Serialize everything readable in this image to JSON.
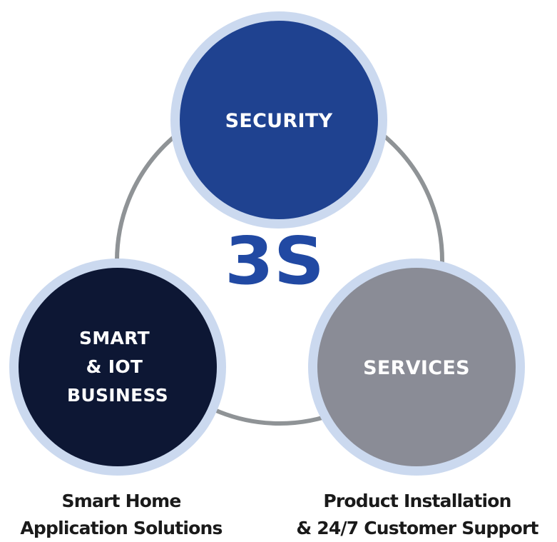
{
  "logo": {
    "text": "3S",
    "color": "#2149a3"
  },
  "nodes": {
    "security": {
      "label_lines": [
        "SECURITY"
      ],
      "fill": "#1f4290",
      "ring": "#cbd9ef"
    },
    "smart": {
      "label_lines": [
        "SMART",
        "& IOT",
        "BUSINESS"
      ],
      "fill": "#0d1734",
      "ring": "#cbd9ef"
    },
    "services": {
      "label_lines": [
        "SERVICES"
      ],
      "fill": "#8a8c96",
      "ring": "#cbd9ef"
    }
  },
  "connector": {
    "color": "#8f9396"
  },
  "captions": {
    "smart": {
      "line1": "Smart Home",
      "line2": "Application Solutions"
    },
    "services": {
      "line1": "Product Installation",
      "line2": "& 24/7 Customer Support"
    }
  }
}
